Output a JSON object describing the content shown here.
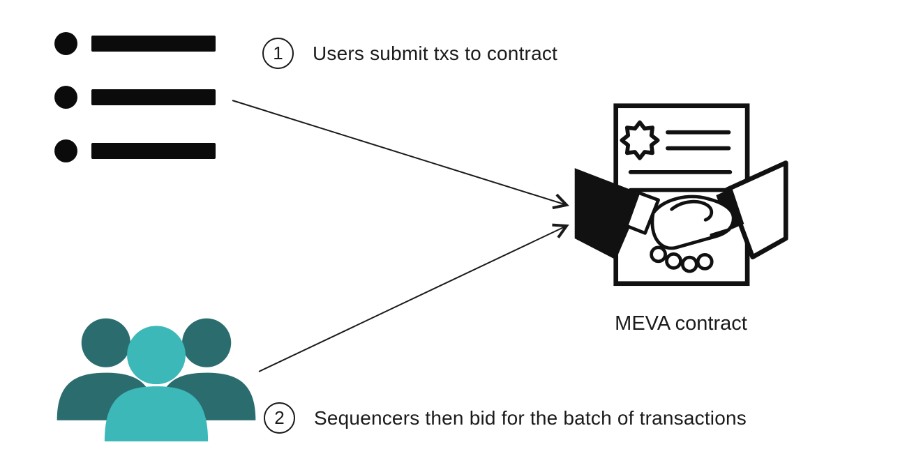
{
  "steps": [
    {
      "number": "1",
      "label": "Users submit txs to contract"
    },
    {
      "number": "2",
      "label": "Sequencers then bid for the batch of transactions"
    }
  ],
  "contract": {
    "label": "MEVA contract"
  },
  "icons": {
    "transaction_list": "bullet-list",
    "sequencers": "people-group",
    "contract": "handshake-document"
  },
  "connectors": [
    {
      "from": "transaction-list",
      "to": "meva-contract"
    },
    {
      "from": "sequencers-group",
      "to": "meva-contract"
    }
  ],
  "colors": {
    "ink": "#111111",
    "line": "#1a1a1a",
    "teal_dark": "#2b6d6f",
    "teal_light": "#3cb8b9"
  }
}
